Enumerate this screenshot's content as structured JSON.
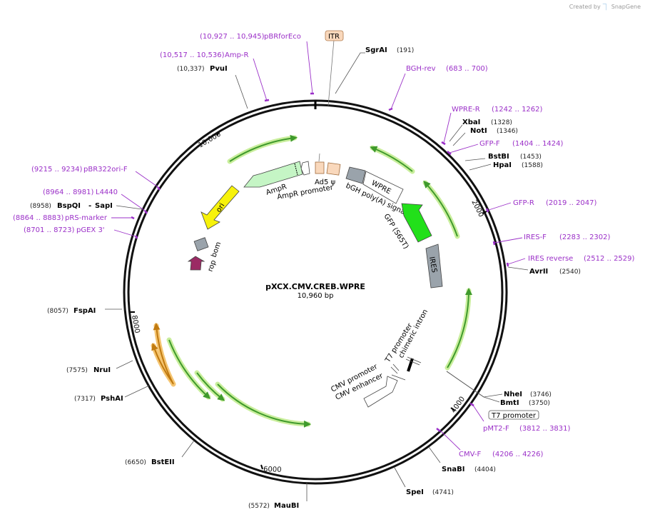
{
  "brand": {
    "prefix": "Created by",
    "name": "SnapGene"
  },
  "plasmid": {
    "name": "pXCX.CMV.CREB.WPRE",
    "length_label": "10,960 bp"
  },
  "ticks": [
    "2000",
    "4000",
    "6000",
    "8000",
    "10,000"
  ],
  "enzymes": [
    {
      "name": "SgrAI",
      "coord": "(191)"
    },
    {
      "name": "XbaI",
      "coord": "(1328)"
    },
    {
      "name": "NotI",
      "coord": "(1346)"
    },
    {
      "name": "BstBI",
      "coord": "(1453)"
    },
    {
      "name": "HpaI",
      "coord": "(1588)"
    },
    {
      "name": "AvrII",
      "coord": "(2540)"
    },
    {
      "name": "NheI",
      "coord": "(3746)"
    },
    {
      "name": "BmtI",
      "coord": "(3750)"
    },
    {
      "name": "SnaBI",
      "coord": "(4404)"
    },
    {
      "name": "SpeI",
      "coord": "(4741)"
    },
    {
      "name": "MauBI",
      "coord": "(5572)"
    },
    {
      "name": "BstEII",
      "coord": "(6650)"
    },
    {
      "name": "PshAI",
      "coord": "(7317)"
    },
    {
      "name": "NruI",
      "coord": "(7575)"
    },
    {
      "name": "FspAI",
      "coord": "(8057)"
    },
    {
      "name": "BspQI",
      "coord": "(8958)"
    },
    {
      "name": "SapI",
      "coord": ""
    },
    {
      "name": "PvuI",
      "coord": "(10,337)"
    }
  ],
  "primers": [
    {
      "name": "pBRforEco",
      "range": "(10,927 .. 10,945)"
    },
    {
      "name": "Amp-R",
      "range": "(10,517 .. 10,536)"
    },
    {
      "name": "BGH-rev",
      "range": "(683 .. 700)"
    },
    {
      "name": "WPRE-R",
      "range": "(1242 .. 1262)"
    },
    {
      "name": "GFP-F",
      "range": "(1404 .. 1424)"
    },
    {
      "name": "GFP-R",
      "range": "(2019 .. 2047)"
    },
    {
      "name": "IRES-F",
      "range": "(2283 .. 2302)"
    },
    {
      "name": "IRES reverse",
      "range": "(2512 .. 2529)"
    },
    {
      "name": "pMT2-F",
      "range": "(3812 .. 3831)"
    },
    {
      "name": "CMV-F",
      "range": "(4206 .. 4226)"
    },
    {
      "name": "pBR322ori-F",
      "range": "(9215 .. 9234)"
    },
    {
      "name": "L4440",
      "range": "(8964 .. 8981)"
    },
    {
      "name": "pRS-marker",
      "range": "(8864 .. 8883)"
    },
    {
      "name": "pGEX 3'",
      "range": "(8701 .. 8723)"
    }
  ],
  "features": {
    "itr": "ITR",
    "t7_outer": "T7 promoter",
    "ad5": "Ad5 ψ",
    "wpre": "WPRE",
    "bgh": "bGH poly(A) signal",
    "gfp": "GFP (S65T)",
    "ires": "IRES",
    "ampr": "AmpR",
    "ampr_promoter": "AmpR promoter",
    "ori": "ori",
    "bom": "bom",
    "rop": "rop",
    "t7_inner": "T7 promoter",
    "chimeric_intron": "chimeric intron",
    "cmv_promoter": "CMV promoter",
    "cmv_enhancer": "CMV enhancer"
  },
  "colors": {
    "purple": "#9b30c8",
    "gfp": "#22e01a",
    "ori": "#f7f20a",
    "ampr": "#c5f5c5",
    "ires": "#9aa3ab",
    "itr": "#f9d8bc",
    "rop": "#9b2a64",
    "orf_arrow": "#3f9a2c",
    "orf_glow": "#c9ee9c",
    "orange_glow": "#f5c571"
  }
}
